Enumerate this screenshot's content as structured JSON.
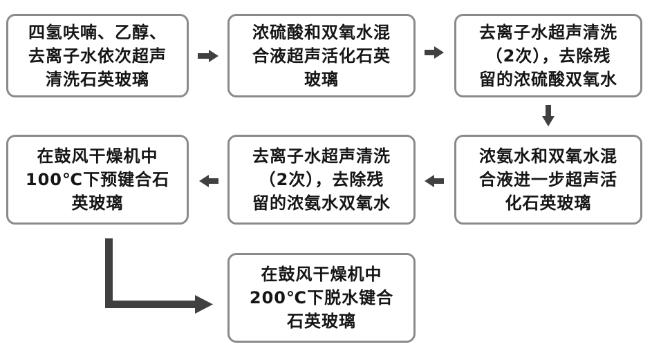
{
  "diagram": {
    "steps": [
      {
        "text": "四氢呋喃、乙醇、\n去离子水依次超声\n清洗石英玻璃"
      },
      {
        "text": "浓硫酸和双氧水混\n合液超声活化石英\n玻璃"
      },
      {
        "text": "去离子水超声清洗\n（2次），去除残\n留的浓硫酸双氧水"
      },
      {
        "text": "浓氨水和双氧水混\n合液进一步超声活\n化石英玻璃"
      },
      {
        "text": "去离子水超声清洗\n（2次），去除残\n留的浓氨水双氧水"
      },
      {
        "text": "在鼓风干燥机中\n100℃下预键合石\n英玻璃"
      },
      {
        "text": "在鼓风干燥机中\n200℃下脱水键合\n石英玻璃"
      }
    ],
    "colors": {
      "box_border": "#8a8a8a",
      "arrow": "#404040",
      "text": "#151515"
    }
  }
}
